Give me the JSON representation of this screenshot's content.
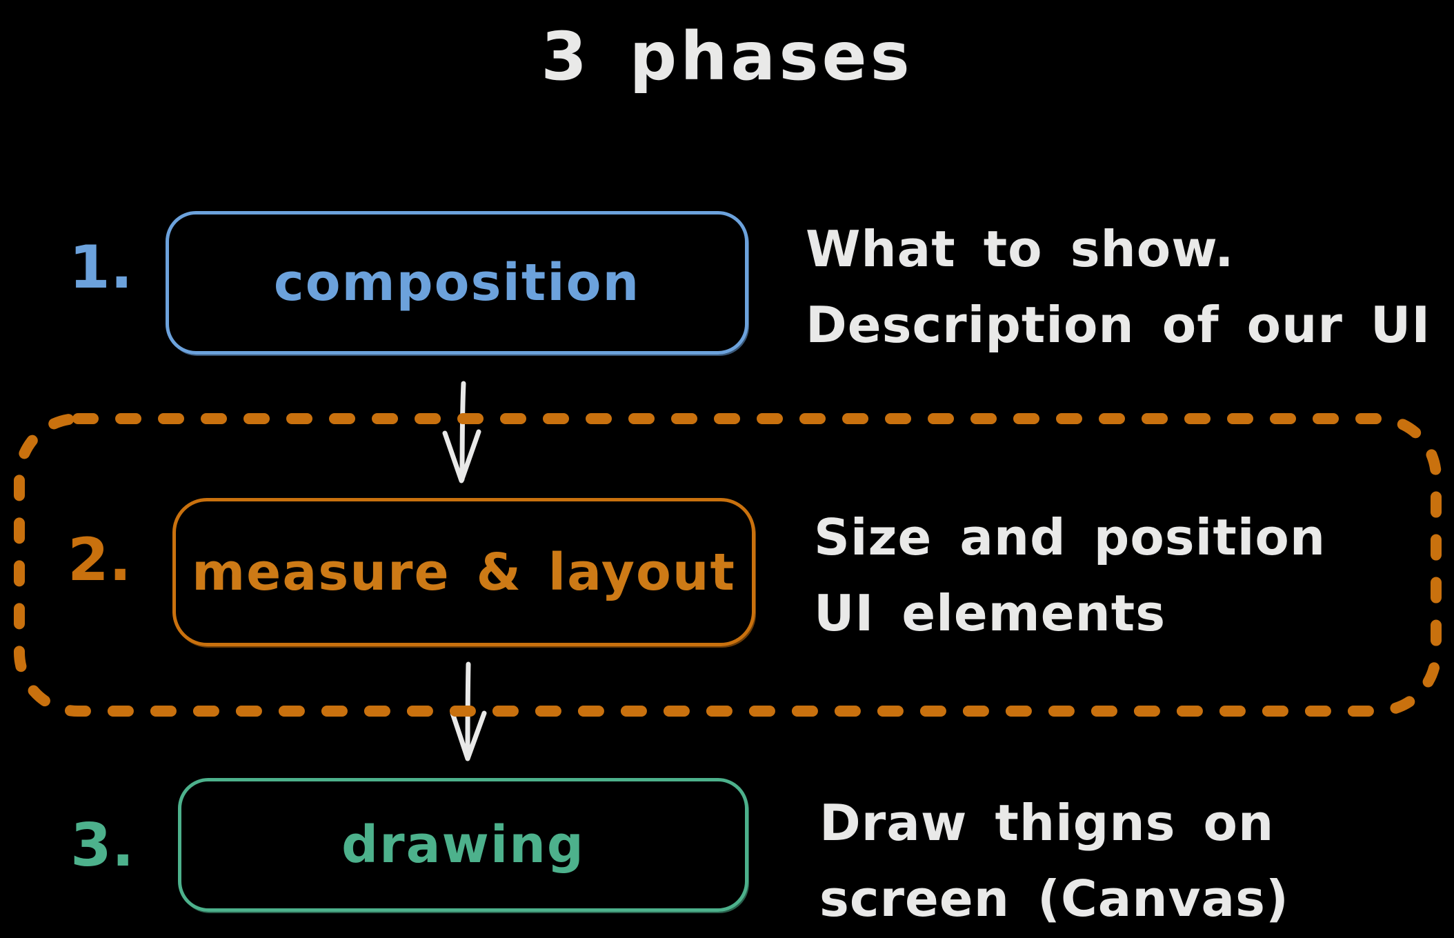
{
  "title": "3 phases",
  "colors": {
    "background": "#000000",
    "text_white": "#e9e9e8",
    "blue": "#6ca2dc",
    "orange": "#c9710e",
    "green": "#4db18c",
    "arrow": "#e9e9e8"
  },
  "phases": [
    {
      "number": "1.",
      "label": "composition",
      "description": [
        "What to show.",
        "Description of our UI"
      ]
    },
    {
      "number": "2.",
      "label": "measure & layout",
      "description": [
        "Size and position",
        "UI elements"
      ]
    },
    {
      "number": "3.",
      "label": "drawing",
      "description": [
        "Draw thigns on",
        "screen (Canvas)"
      ]
    }
  ]
}
